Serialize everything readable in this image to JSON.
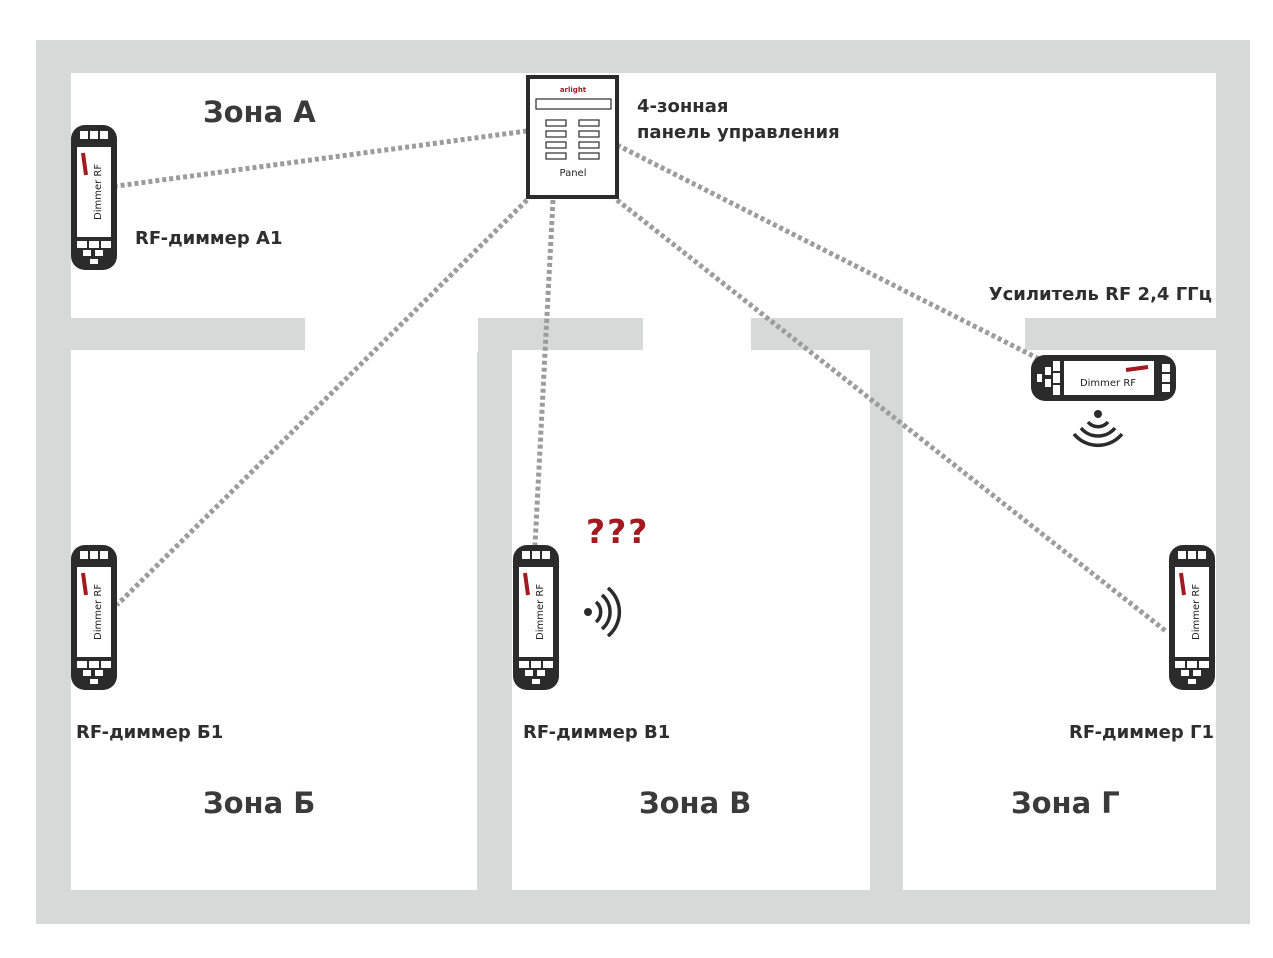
{
  "zones": {
    "a": "Зона А",
    "b": "Зона Б",
    "v": "Зона В",
    "g": "Зона Г"
  },
  "panel": {
    "label": "Panel",
    "title_line1": "4-зонная",
    "title_line2": "панель управления",
    "logo": "arlight"
  },
  "devices": {
    "device_text": "Dimmer RF",
    "a1": "RF-диммер А1",
    "b1": "RF-диммер Б1",
    "v1": "RF-диммер В1",
    "g1": "RF-диммер Г1",
    "amplifier": "Усилитель RF 2,4 ГГц"
  },
  "unknown_signal": "???",
  "colors": {
    "wall": "#d7d8d8",
    "device": "#2b2b2b",
    "accent": "#a3191f",
    "link": "#9c9c9c"
  }
}
